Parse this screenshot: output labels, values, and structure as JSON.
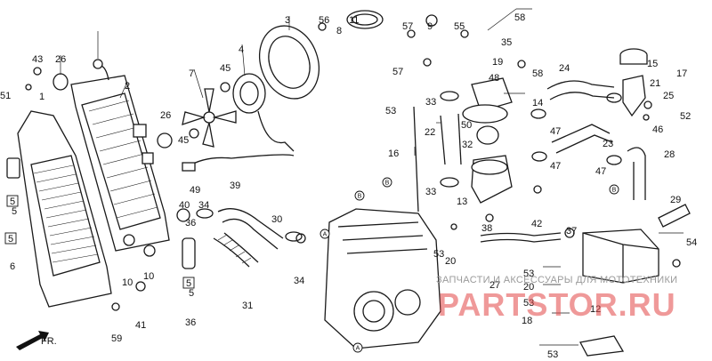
{
  "labels": [
    "3",
    "56",
    "11",
    "8",
    "57",
    "9",
    "55",
    "58",
    "35",
    "4",
    "45",
    "7",
    "45",
    "2",
    "43",
    "26",
    "51",
    "1",
    "26",
    "15",
    "17",
    "21",
    "24",
    "19",
    "57",
    "58",
    "48",
    "33",
    "14",
    "25",
    "53",
    "50",
    "16",
    "22",
    "47",
    "47",
    "52",
    "46",
    "32",
    "28",
    "47",
    "23",
    "33",
    "13",
    "42",
    "39",
    "49",
    "40",
    "34",
    "30",
    "10",
    "10",
    "41",
    "59",
    "38",
    "53",
    "20",
    "37",
    "29",
    "54",
    "5",
    "6",
    "5",
    "36",
    "36",
    "31",
    "34",
    "27",
    "53",
    "20",
    "53",
    "12",
    "18",
    "53",
    "FR."
  ],
  "boxed_labels": [
    "5",
    "5",
    "5"
  ],
  "circled_letters": [
    "B",
    "B",
    "B",
    "A",
    "A"
  ],
  "watermark": {
    "text": "ЗАПЧАСТИ И АКСЕССУАРЫ ДЛЯ МОТОТЕХНИКИ",
    "logo": "PARTSTOR.RU"
  },
  "colors": {
    "line": "#1a1a1a",
    "watermark_text": "#9a9a9a",
    "watermark_logo": "#e04646"
  }
}
